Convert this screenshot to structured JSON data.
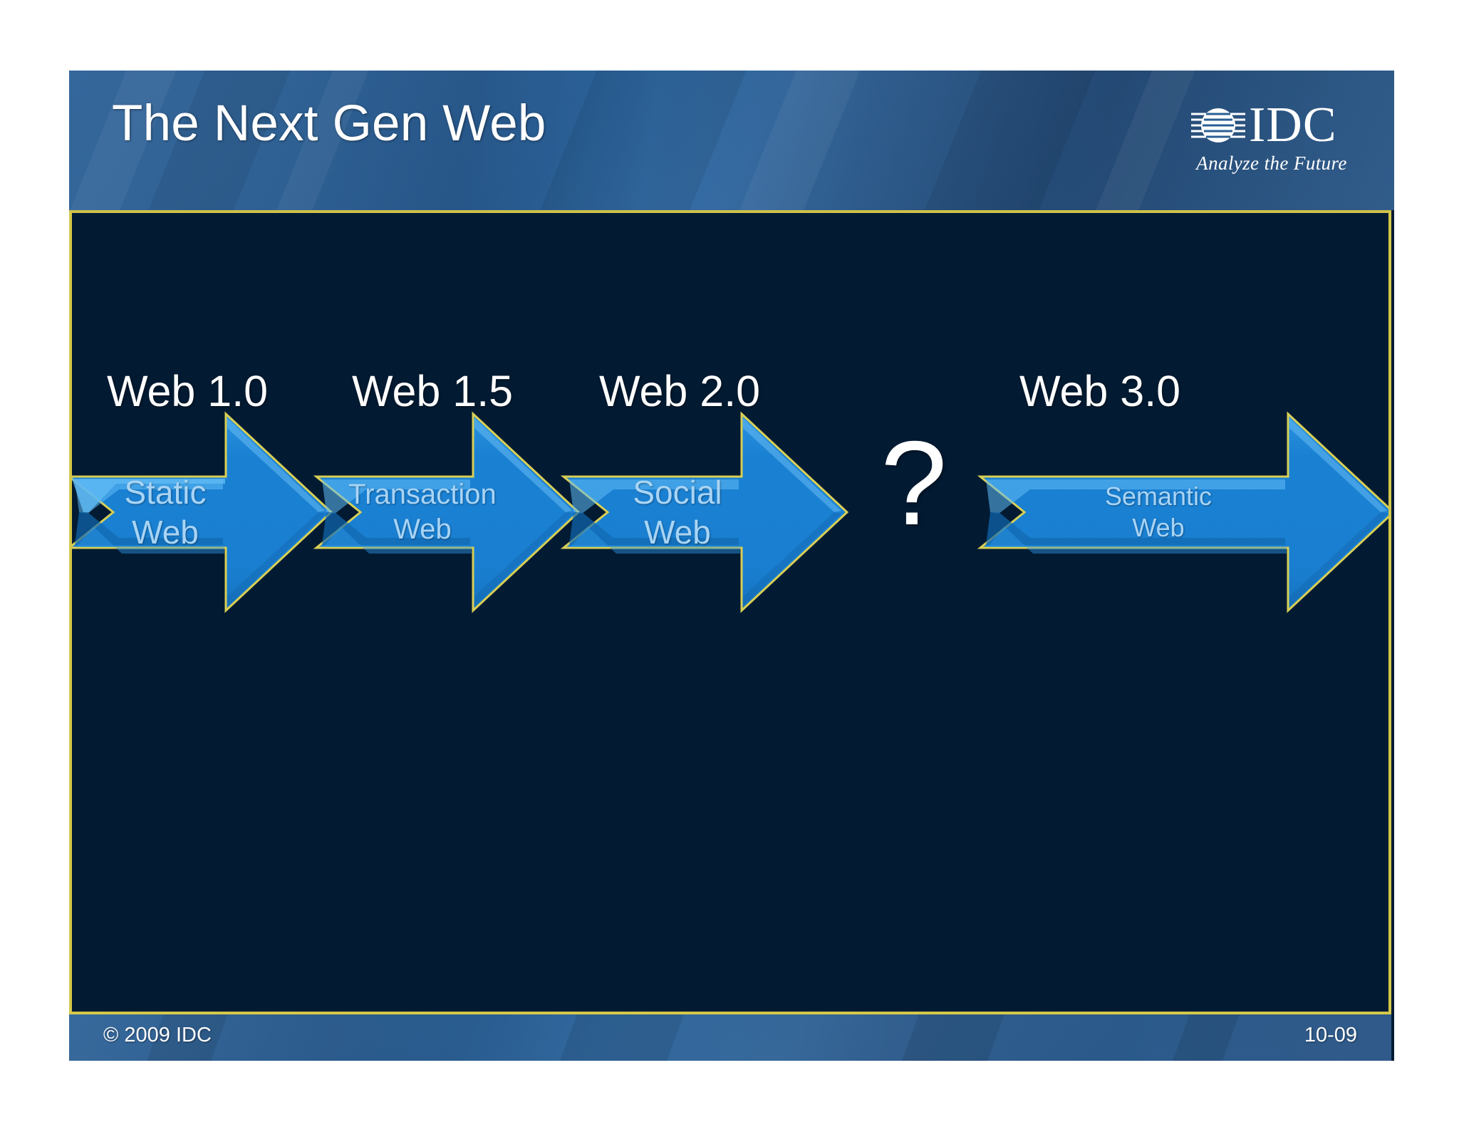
{
  "slide": {
    "title": "The Next Gen Web",
    "logo": {
      "wordmark": "IDC",
      "tagline": "Analyze the Future",
      "icon": "striped-globe-icon"
    },
    "footer": {
      "copyright": "© 2009 IDC",
      "page_code": "10-09"
    },
    "colors": {
      "header_blue": "#2b5f95",
      "content_navy": "#021B33",
      "border_gold": "#d4c84a",
      "arrow_blue": "#1a80d2",
      "arrow_outline": "#d9cf55",
      "arrow_text_blue": "#a8d4f5",
      "label_white": "#ffffff"
    }
  },
  "diagram": {
    "type": "chevron-progression",
    "unknown_marker": "?",
    "stages": [
      {
        "label": "Web 1.0",
        "line1": "Static",
        "line2": "Web",
        "text_size": 46
      },
      {
        "label": "Web 1.5",
        "line1": "Transaction",
        "line2": "Web",
        "text_size": 40
      },
      {
        "label": "Web 2.0",
        "line1": "Social",
        "line2": "Web",
        "text_size": 46
      },
      {
        "label": "Web 3.0",
        "line1": "Semantic",
        "line2": "Web",
        "text_size": 36
      }
    ]
  }
}
